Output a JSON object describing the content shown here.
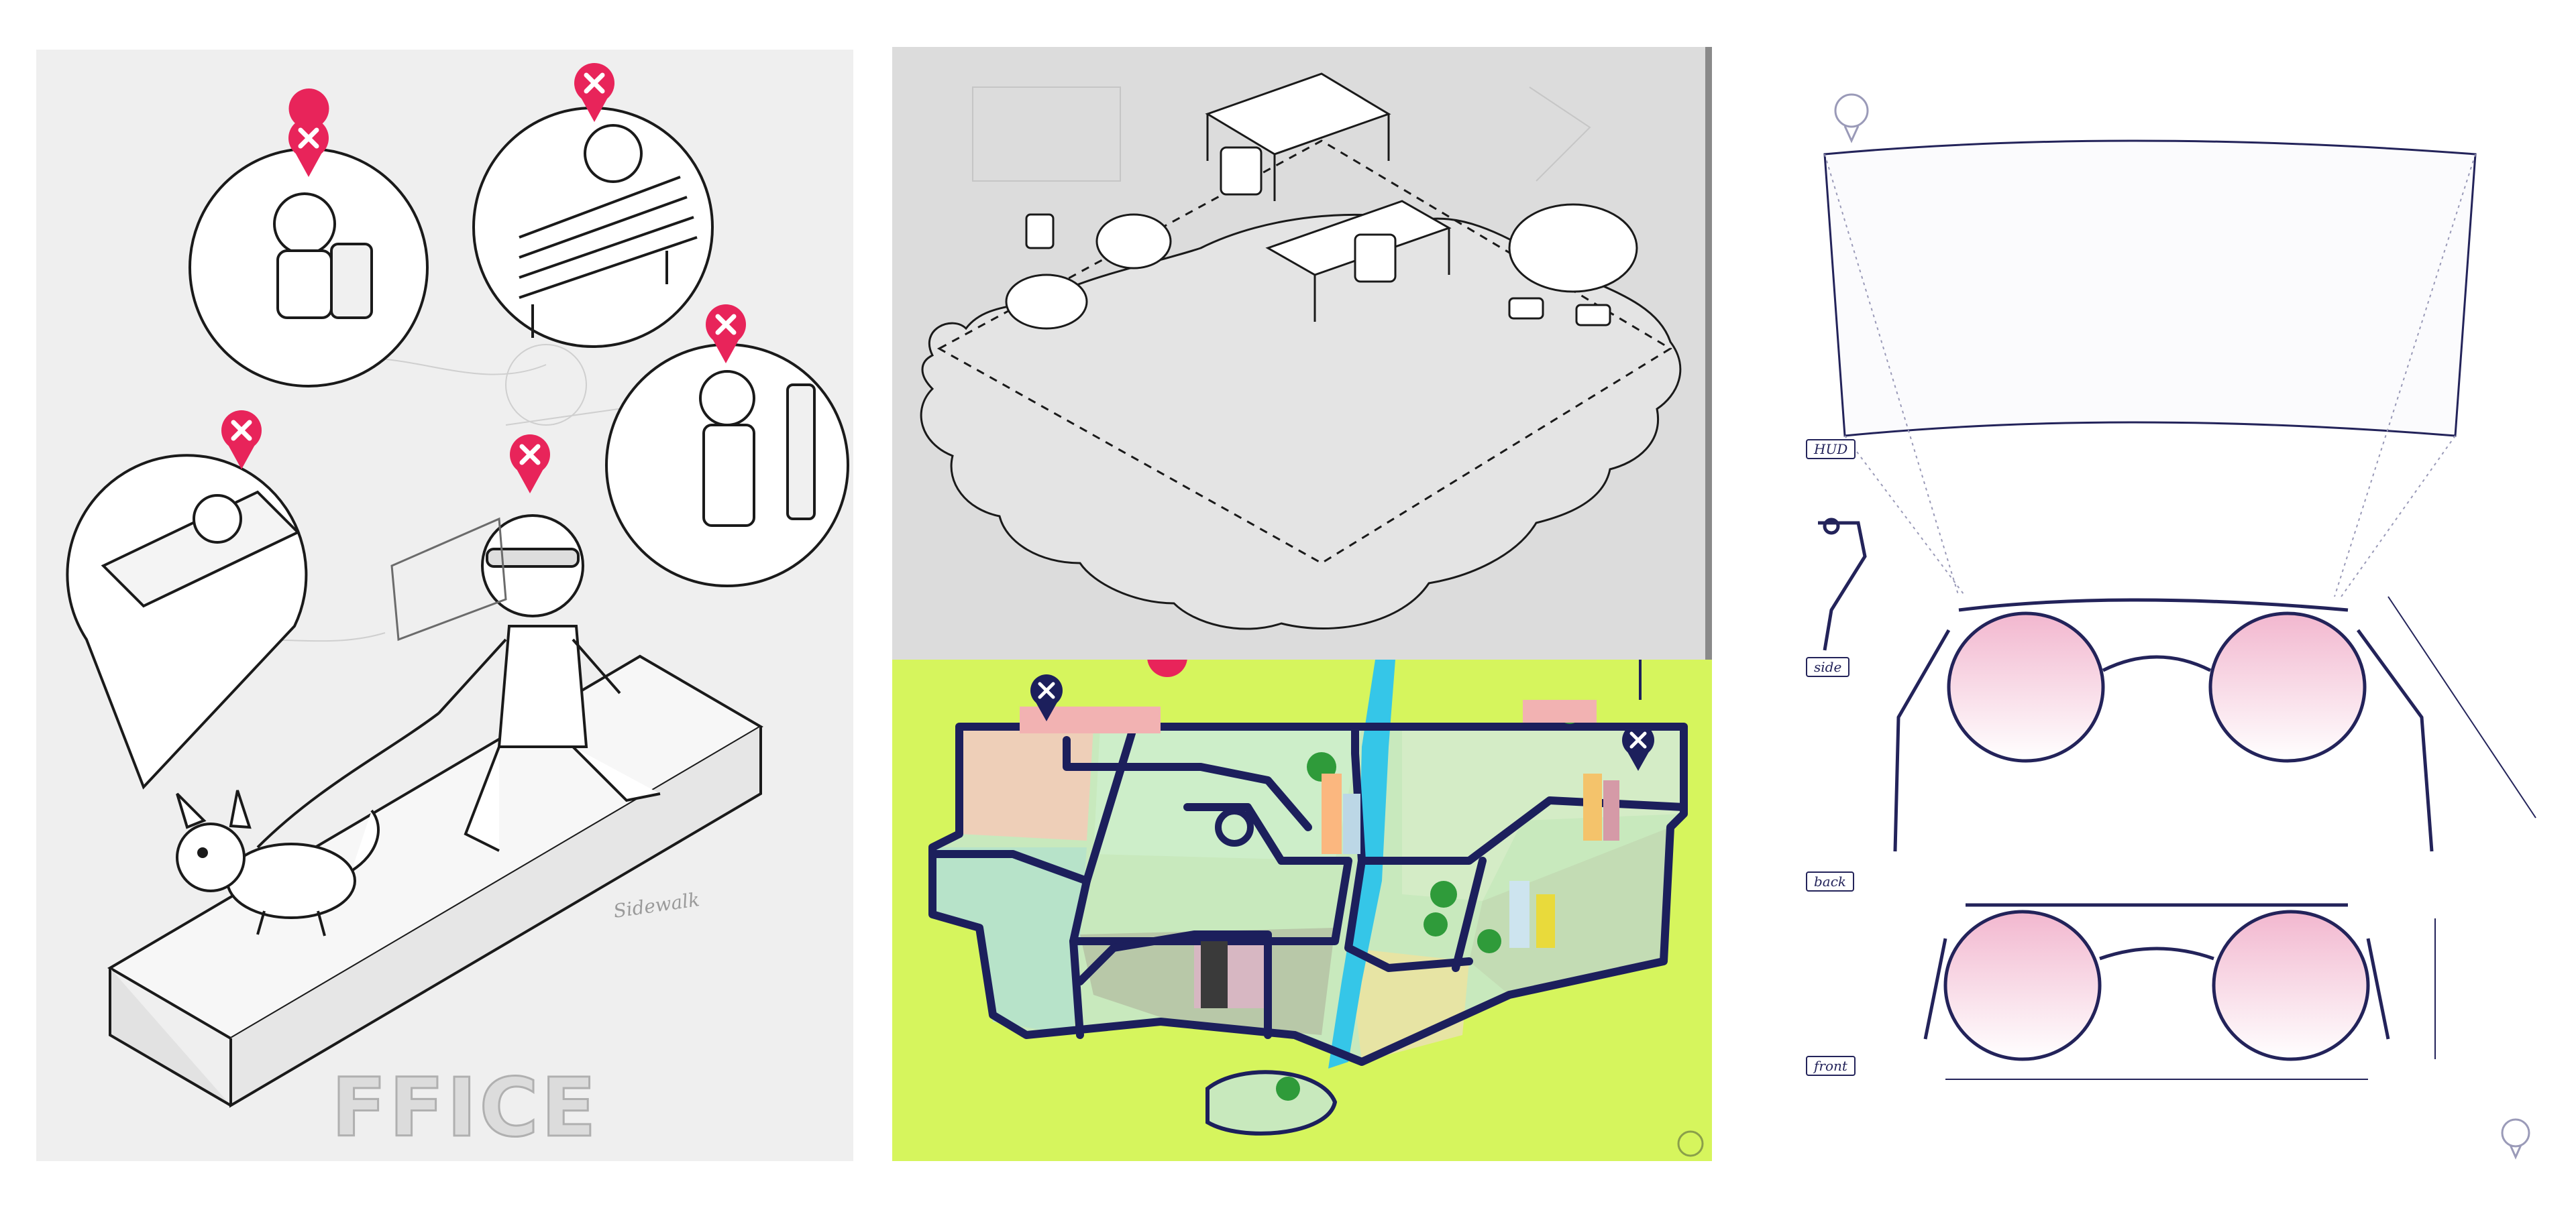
{
  "colors": {
    "pin_red": "#e8245a",
    "ink": "#1a1a1a",
    "navy": "#1c1f5c",
    "map_bg": "#d6f55d",
    "lens_pink": "#f2b7cf"
  },
  "sketch_panel": {
    "sidewalk_label": "Sidewalk",
    "office_word": "FFICE"
  },
  "glasses_panel": {
    "labels": {
      "hud": "HUD",
      "side": "side",
      "back": "back",
      "front": "front"
    }
  },
  "icons": {
    "location_pin": "location-pin-icon",
    "brand_mark": "brand-mark-icon"
  }
}
